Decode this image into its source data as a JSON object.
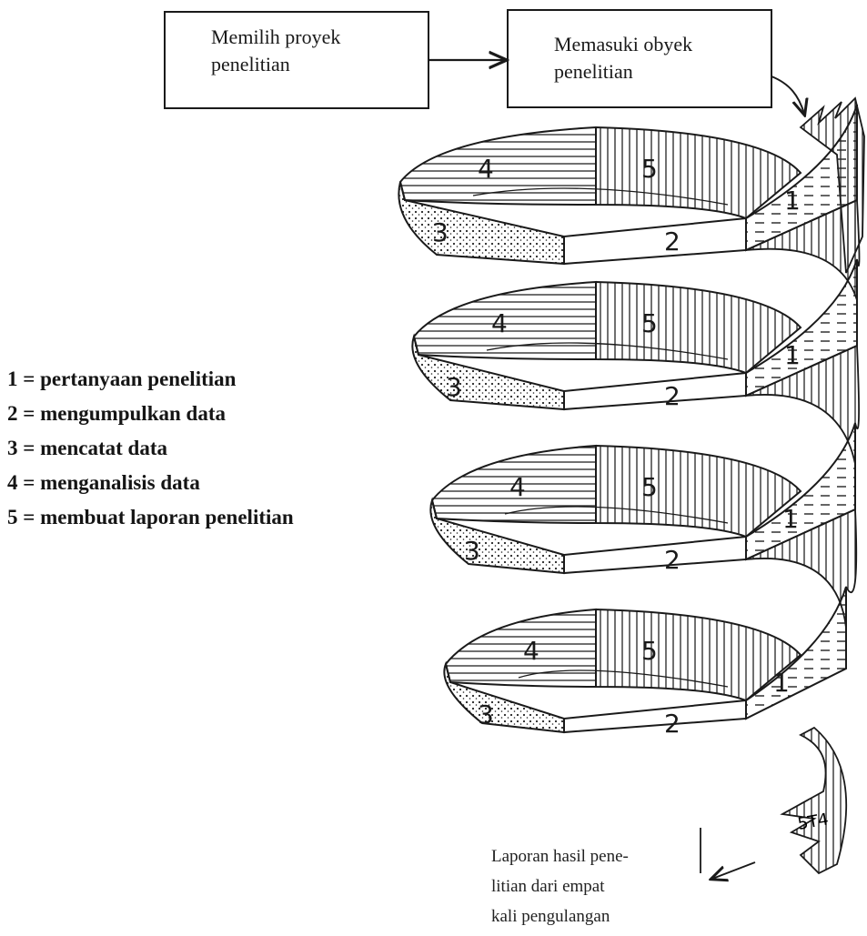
{
  "flow": {
    "box_start": "Memilih proyek penelitian",
    "box_enter": "Memasuki obyek penelitian"
  },
  "legend": [
    "1 = pertanyaan penelitian",
    "2 = mengumpulkan data",
    "3 = mencatat data",
    "4 = menganalisis data",
    "5 = membuat laporan penelitian"
  ],
  "segment_numbers": [
    "1",
    "2",
    "3",
    "4",
    "5"
  ],
  "tail_label": "5T4",
  "final_note": [
    "Laporan hasil pene-",
    "litian dari empat",
    "kali pengulangan"
  ],
  "colors": {
    "ink": "#1a1a1a",
    "paper": "#ffffff"
  }
}
